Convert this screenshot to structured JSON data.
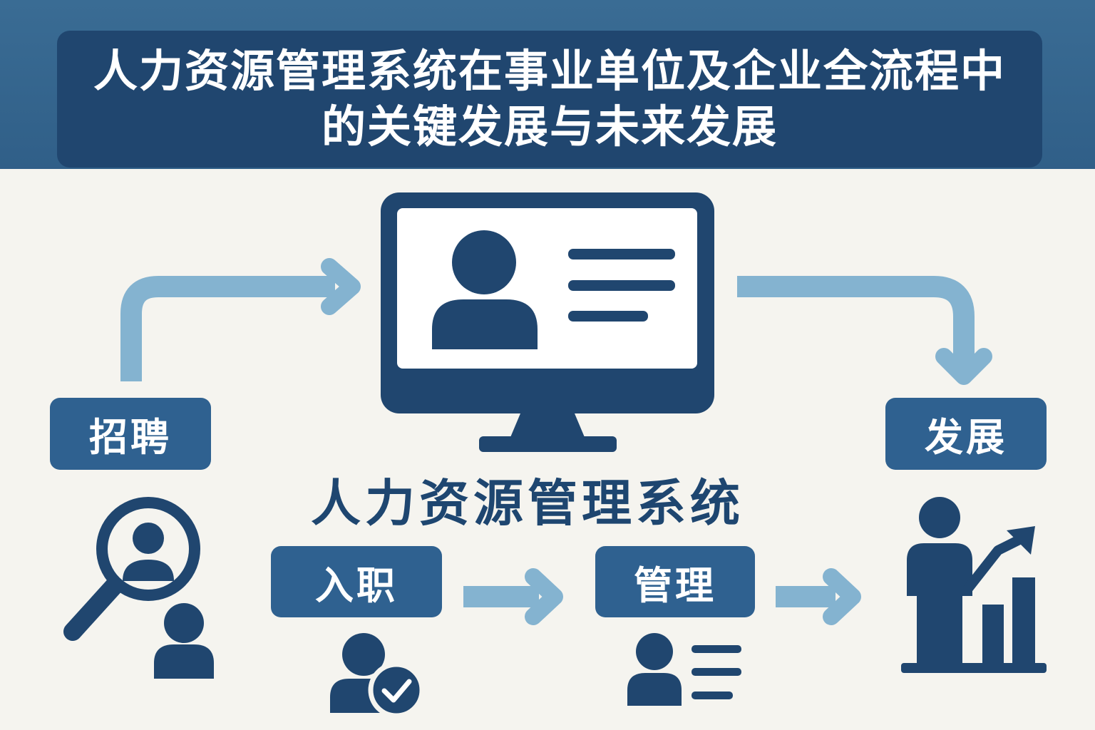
{
  "title": {
    "line1": "人力资源管理系统在事业单位及企业全流程中",
    "line2": "的关键发展与未来发展"
  },
  "center": {
    "system_label": "人力资源管理系统",
    "monitor_icon": "monitor-profile-icon"
  },
  "stages": {
    "recruit": {
      "label": "招聘",
      "icon": "search-user-icon"
    },
    "onboard": {
      "label": "入职",
      "icon": "user-check-icon"
    },
    "manage": {
      "label": "管理",
      "icon": "user-list-icon"
    },
    "develop": {
      "label": "发展",
      "icon": "growth-chart-icon"
    }
  },
  "colors": {
    "navy": "#20466f",
    "label_blue": "#2f6190",
    "arrow_light": "#84b3d0",
    "background": "#f5f4ef"
  }
}
